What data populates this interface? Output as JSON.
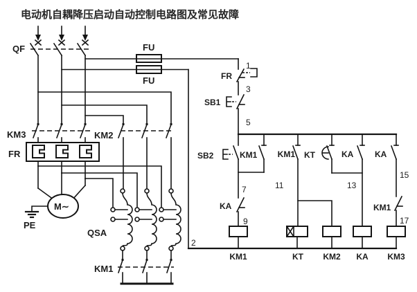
{
  "title": "电动机自耦降压启动自动控制电路图及常见故障",
  "colors": {
    "wire": "#141414",
    "text": "#1c1c1c",
    "background": "#ffffff"
  },
  "power": {
    "qf": "QF",
    "fu1": "FU",
    "fu2": "FU",
    "km3": "KM3",
    "km2": "KM2",
    "fr": "FR",
    "motor": "M∼",
    "pe": "PE",
    "qsa": "QSA",
    "km1": "KM1"
  },
  "control": {
    "fr": "FR",
    "sb1": "SB1",
    "sb2": "SB2",
    "km1_hold": "KM1",
    "km1_no": "KM1",
    "kt": "KT",
    "ka_no_1": "KA",
    "ka_no_2": "KA",
    "ka_nc": "KA",
    "km1_nc": "KM1"
  },
  "nodes": {
    "n1": "1",
    "n2": "2",
    "n3": "3",
    "n5": "5",
    "n7": "7",
    "n9": "9",
    "n11": "11",
    "n13": "13",
    "n15": "15",
    "n17": "17"
  },
  "coils": [
    {
      "label": "KM1"
    },
    {
      "label": "KT"
    },
    {
      "label": "KM2"
    },
    {
      "label": "KA"
    },
    {
      "label": "KM3"
    }
  ]
}
